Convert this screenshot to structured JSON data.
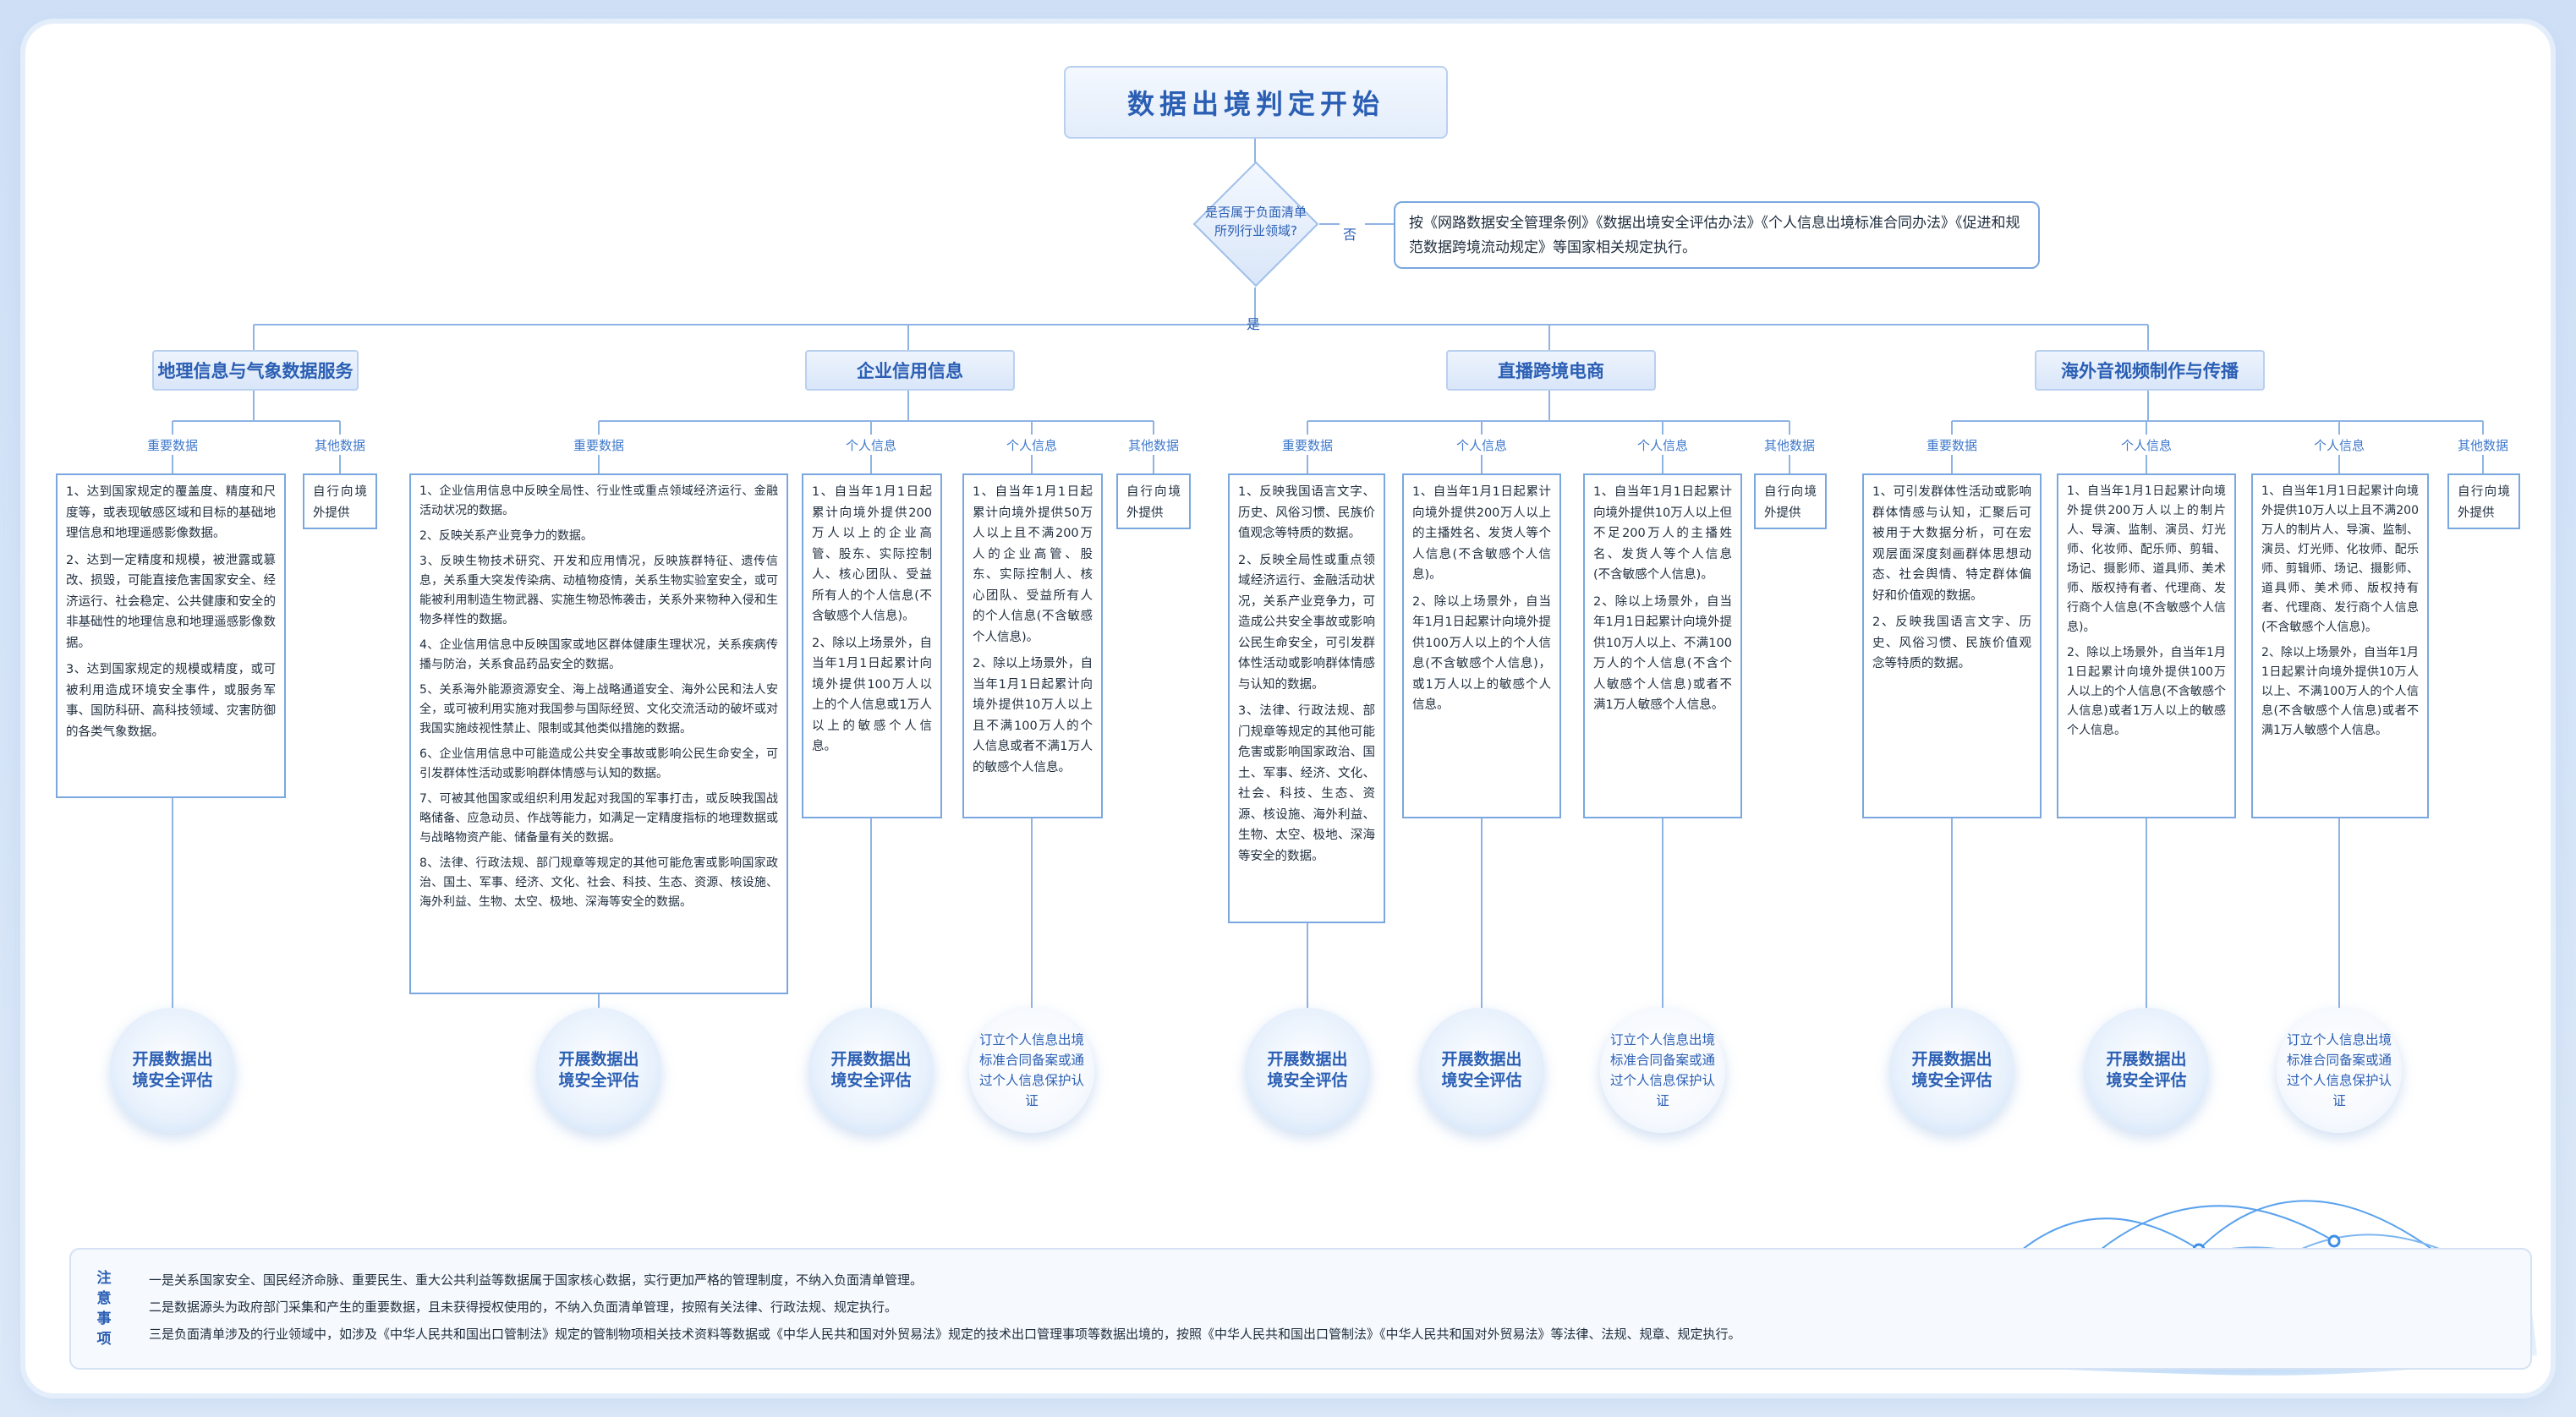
{
  "header": {
    "title": "数据出境判定开始"
  },
  "decision": {
    "question": "是否属于负面清单所列行业领域?",
    "no_label": "否",
    "yes_label": "是",
    "no_result": "按《网路数据安全管理条例》《数据出境安全评估办法》《个人信息出境标准合同办法》《促进和规范数据跨境流动规定》等国家相关规定执行。"
  },
  "categories": [
    "地理信息与气象数据服务",
    "企业信用信息",
    "直播跨境电商",
    "海外音视频制作与传播"
  ],
  "columns": [
    {
      "type": "重要数据",
      "items": [
        "1、达到国家规定的覆盖度、精度和尺度等，或表现敏感区域和目标的基础地理信息和地理遥感影像数据。",
        "2、达到一定精度和规模，被泄露或篡改、损毁，可能直接危害国家安全、经济运行、社会稳定、公共健康和安全的非基础性的地理信息和地理遥感影像数据。",
        "3、达到国家规定的规模或精度，或可被利用造成环境安全事件，或服务军事、国防科研、高科技领域、灾害防御的各类气象数据。"
      ],
      "result": "开展数据出境安全评估"
    },
    {
      "type": "其他数据",
      "items": [
        "自行向境外提供"
      ],
      "result": ""
    },
    {
      "type": "重要数据",
      "items": [
        "1、企业信用信息中反映全局性、行业性或重点领域经济运行、金融活动状况的数据。",
        "2、反映关系产业竞争力的数据。",
        "3、反映生物技术研究、开发和应用情况，反映族群特征、遗传信息，关系重大突发传染病、动植物疫情，关系生物实验室安全，或可能被利用制造生物武器、实施生物恐怖袭击，关系外来物种入侵和生物多样性的数据。",
        "4、企业信用信息中反映国家或地区群体健康生理状况，关系疾病传播与防治，关系食品药品安全的数据。",
        "5、关系海外能源资源安全、海上战略通道安全、海外公民和法人安全，或可被利用实施对我国参与国际经贸、文化交流活动的破坏或对我国实施歧视性禁止、限制或其他类似措施的数据。",
        "6、企业信用信息中可能造成公共安全事故或影响公民生命安全，可引发群体性活动或影响群体情感与认知的数据。",
        "7、可被其他国家或组织利用发起对我国的军事打击，或反映我国战略储备、应急动员、作战等能力，如满足一定精度指标的地理数据或与战略物资产能、储备量有关的数据。",
        "8、法律、行政法规、部门规章等规定的其他可能危害或影响国家政治、国土、军事、经济、文化、社会、科技、生态、资源、核设施、海外利益、生物、太空、极地、深海等安全的数据。"
      ],
      "result": "开展数据出境安全评估"
    },
    {
      "type": "个人信息",
      "items": [
        "1、自当年1月1日起累计向境外提供200万人以上的企业高管、股东、实际控制人、核心团队、受益所有人的个人信息(不含敏感个人信息)。",
        "2、除以上场景外，自当年1月1日起累计向境外提供100万人以上的个人信息或1万人以上的敏感个人信息。"
      ],
      "result": "开展数据出境安全评估"
    },
    {
      "type": "个人信息",
      "items": [
        "1、自当年1月1日起累计向境外提供50万人以上且不满200万人的企业高管、股东、实际控制人、核心团队、受益所有人的个人信息(不含敏感个人信息)。",
        "2、除以上场景外，自当年1月1日起累计向境外提供10万人以上且不满100万人的个人信息或者不满1万人的敏感个人信息。"
      ],
      "result": "订立个人信息出境标准合同备案或通过个人信息保护认证"
    },
    {
      "type": "其他数据",
      "items": [
        "自行向境外提供"
      ],
      "result": ""
    },
    {
      "type": "重要数据",
      "items": [
        "1、反映我国语言文字、历史、风俗习惯、民族价值观念等特质的数据。",
        "2、反映全局性或重点领域经济运行、金融活动状况，关系产业竞争力，可造成公共安全事故或影响公民生命安全，可引发群体性活动或影响群体情感与认知的数据。",
        "3、法律、行政法规、部门规章等规定的其他可能危害或影响国家政治、国土、军事、经济、文化、社会、科技、生态、资源、核设施、海外利益、生物、太空、极地、深海等安全的数据。"
      ],
      "result": "开展数据出境安全评估"
    },
    {
      "type": "个人信息",
      "items": [
        "1、自当年1月1日起累计向境外提供200万人以上的主播姓名、发货人等个人信息(不含敏感个人信息)。",
        "2、除以上场景外，自当年1月1日起累计向境外提供100万人以上的个人信息(不含敏感个人信息)，或1万人以上的敏感个人信息。"
      ],
      "result": "开展数据出境安全评估"
    },
    {
      "type": "个人信息",
      "items": [
        "1、自当年1月1日起累计向境外提供10万人以上但不足200万人的主播姓名、发货人等个人信息(不含敏感个人信息)。",
        "2、除以上场景外，自当年1月1日起累计向境外提供10万人以上、不满100万人的个人信息(不含个人敏感个人信息)或者不满1万人敏感个人信息。"
      ],
      "result": "订立个人信息出境标准合同备案或通过个人信息保护认证"
    },
    {
      "type": "其他数据",
      "items": [
        "自行向境外提供"
      ],
      "result": ""
    },
    {
      "type": "重要数据",
      "items": [
        "1、可引发群体性活动或影响群体情感与认知，汇聚后可被用于大数据分析，可在宏观层面深度刻画群体思想动态、社会舆情、特定群体偏好和价值观的数据。",
        "2、反映我国语言文字、历史、风俗习惯、民族价值观念等特质的数据。"
      ],
      "result": "开展数据出境安全评估"
    },
    {
      "type": "个人信息",
      "items": [
        "1、自当年1月1日起累计向境外提供200万人以上的制片人、导演、监制、演员、灯光师、化妆师、配乐师、剪辑、场记、摄影师、道具师、美术师、版权持有者、代理商、发行商个人信息(不含敏感个人信息)。",
        "2、除以上场景外，自当年1月1日起累计向境外提供100万人以上的个人信息(不含敏感个人信息)或者1万人以上的敏感个人信息。"
      ],
      "result": "开展数据出境安全评估"
    },
    {
      "type": "个人信息",
      "items": [
        "1、自当年1月1日起累计向境外提供10万人以上且不满200万人的制片人、导演、监制、演员、灯光师、化妆师、配乐师、剪辑师、场记、摄影师、道具师、美术师、版权持有者、代理商、发行商个人信息(不含敏感个人信息)。",
        "2、除以上场景外，自当年1月1日起累计向境外提供10万人以上、不满100万人的个人信息(不含敏感个人信息)或者不满1万人敏感个人信息。"
      ],
      "result": "订立个人信息出境标准合同备案或通过个人信息保护认证"
    },
    {
      "type": "其他数据",
      "items": [
        "自行向境外提供"
      ],
      "result": ""
    }
  ],
  "notes": {
    "title": "注意事项",
    "items": [
      "一是关系国家安全、国民经济命脉、重要民生、重大公共利益等数据属于国家核心数据，实行更加严格的管理制度，不纳入负面清单管理。",
      "二是数据源头为政府部门采集和产生的重要数据，且未获得授权使用的，不纳入负面清单管理，按照有关法律、行政法规、规定执行。",
      "三是负面清单涉及的行业领域中，如涉及《中华人民共和国出口管制法》规定的管制物项相关技术资料等数据或《中华人民共和国对外贸易法》规定的技术出口管理事项等数据出境的，按照《中华人民共和国出口管制法》《中华人民共和国对外贸易法》等法律、法规、规章、规定执行。"
    ]
  },
  "colors": {
    "accent": "#2b5fb4",
    "line": "#8fb3e3",
    "border": "#7aa7e0"
  },
  "decor": {
    "graphic": "world-map-connections"
  }
}
